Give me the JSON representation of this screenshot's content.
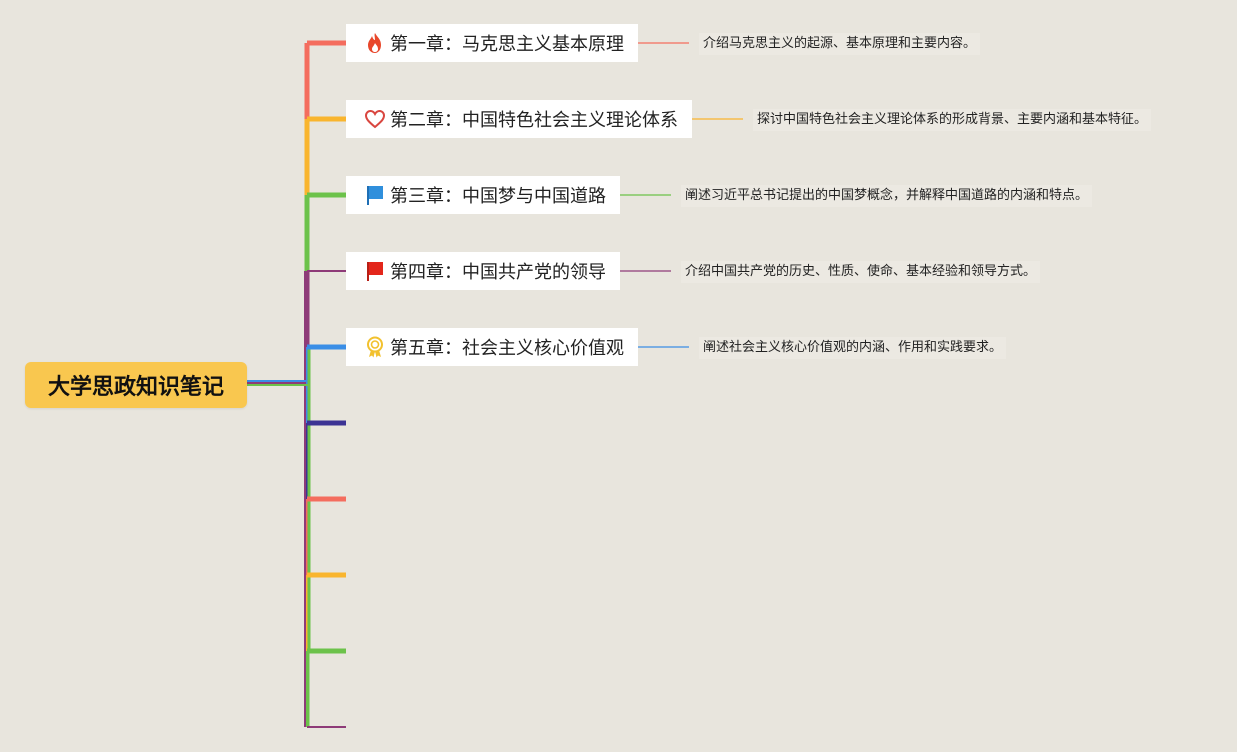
{
  "root": {
    "title": "大学思政知识笔记"
  },
  "chapters": [
    {
      "title": "第一章：马克思主义基本原理",
      "note": "介绍马克思主义的起源、基本原理和主要内容。",
      "icon": "fire-icon",
      "color": "#f46d5e"
    },
    {
      "title": "第二章：中国特色社会主义理论体系",
      "note": "探讨中国特色社会主义理论体系的形成背景、主要内涵和基本特征。",
      "icon": "heart-icon",
      "color": "#f9b52e"
    },
    {
      "title": "第三章：中国梦与中国道路",
      "note": "阐述习近平总书记提出的中国梦概念，并解释中国道路的内涵和特点。",
      "icon": "blue-flag-icon",
      "color": "#6cc24a"
    },
    {
      "title": "第四章：中国共产党的领导",
      "note": "介绍中国共产党的历史、性质、使命、基本经验和领导方式。",
      "icon": "red-flag-icon",
      "color": "#8e3b78"
    },
    {
      "title": "第五章：社会主义核心价值观",
      "note": "阐述社会主义核心价值观的内涵、作用和实践要求。",
      "icon": "award-ribbon-icon",
      "color": "#3a8ee6"
    }
  ],
  "empty_branch_colors": [
    "#3c3394",
    "#f46d5e",
    "#f9b52e",
    "#6cc24a",
    "#8e3b78"
  ]
}
